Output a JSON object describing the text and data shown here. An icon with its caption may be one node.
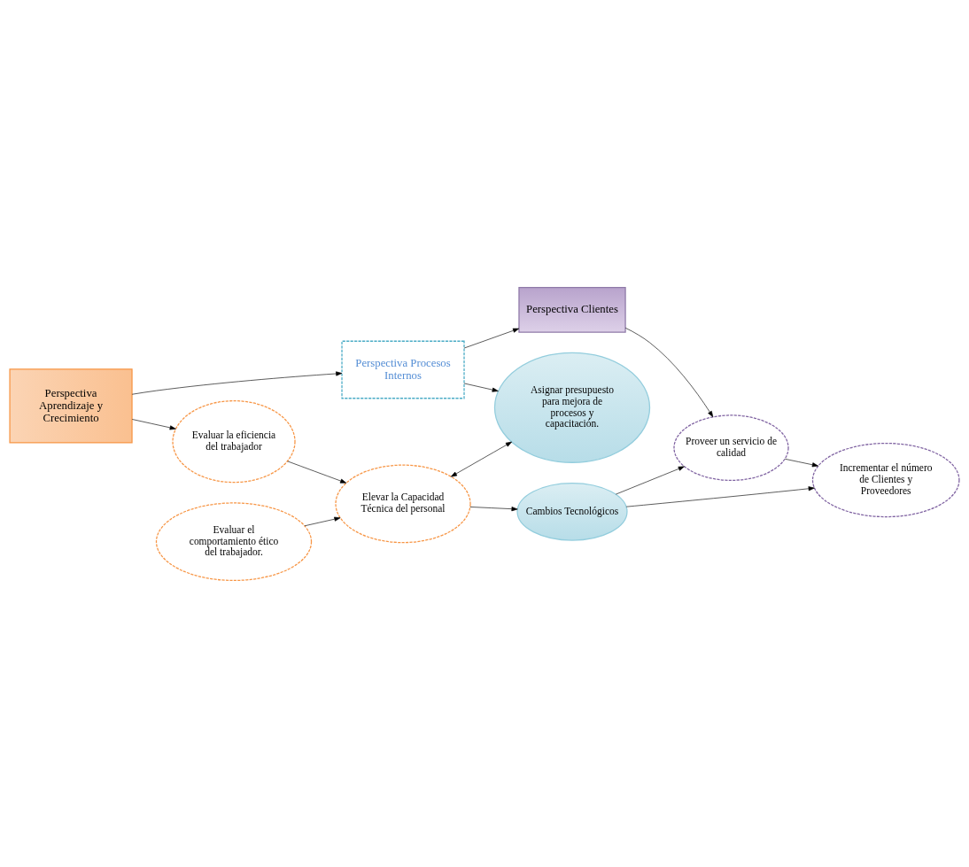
{
  "diagram": {
    "nodes": [
      {
        "text": [
          "Perspectiva Clientes"
        ]
      },
      {
        "text": [
          "Proveer un servicio de calidad"
        ]
      },
      {
        "text": [
          "Incrementar el número de Clientes y Proveedores"
        ]
      },
      {
        "text": [
          "Perspectiva Procesos Internos"
        ]
      },
      {
        "text": [
          "Asignar presupuesto para mejora de procesos y capacitación."
        ]
      },
      {
        "text": [
          "Cambios Tecnológicos"
        ]
      },
      {
        "text": [
          "Perspectiva Aprendizaje y Crecimiento"
        ]
      },
      {
        "text": [
          "Elevar la Capacidad Técnica del personal"
        ]
      },
      {
        "text": [
          "Evaluar la eficiencia del trabajador"
        ]
      },
      {
        "text": [
          "Evaluar el comportamiento ético del trabajador."
        ]
      }
    ],
    "edges": [
      {
        "from": 0,
        "to": 1,
        "arrow": "to"
      },
      {
        "from": 1,
        "to": 2,
        "arrow": "to"
      },
      {
        "from": 3,
        "to": 0,
        "arrow": "to"
      },
      {
        "from": 3,
        "to": 4,
        "arrow": "to"
      },
      {
        "from": 6,
        "to": 3,
        "arrow": "to"
      },
      {
        "from": 6,
        "to": 8,
        "arrow": "to"
      },
      {
        "from": 8,
        "to": 7,
        "arrow": "to"
      },
      {
        "from": 9,
        "to": 7,
        "arrow": "to"
      },
      {
        "from": 7,
        "to": 5,
        "arrow": "to"
      },
      {
        "from": 7,
        "to": 4,
        "arrow": "both"
      },
      {
        "from": 5,
        "to": 1,
        "arrow": "to"
      },
      {
        "from": 5,
        "to": 2,
        "arrow": "to"
      }
    ]
  }
}
